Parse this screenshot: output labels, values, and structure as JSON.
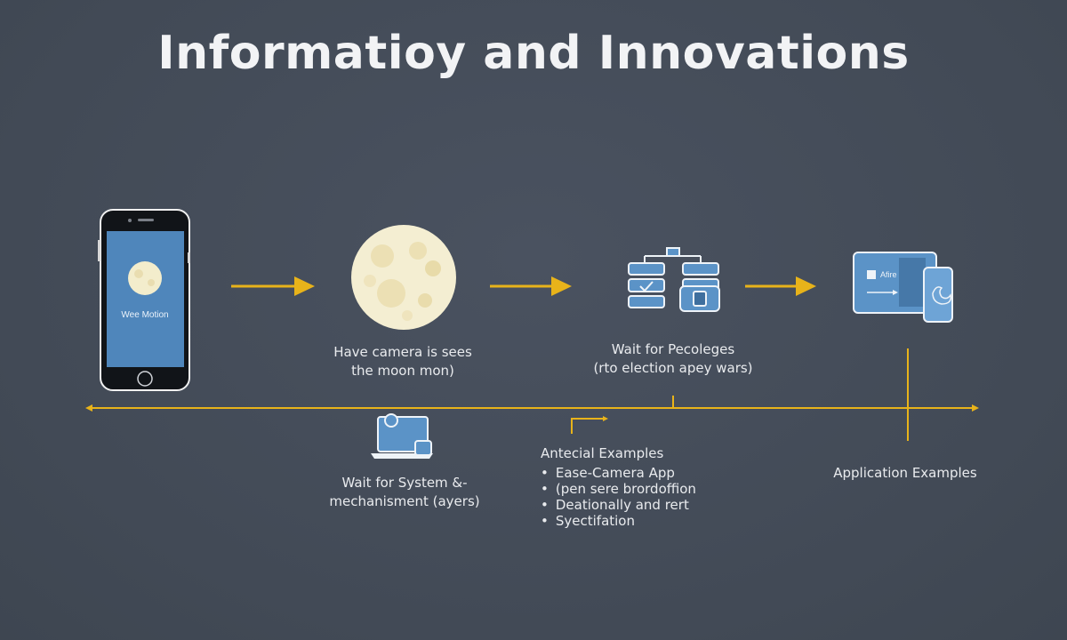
{
  "title": "Informatioy and Innovations",
  "phone": {
    "screen_label": "Wee Motion"
  },
  "steps": [
    {
      "line1": "Have camera is sees",
      "line2": "the moon mon)"
    },
    {
      "line1": "Wait for Pecoleges",
      "line2": "(rto election apey wars)"
    }
  ],
  "laptop_step": {
    "line1": "Wait for System &-",
    "line2": "mechanisment (ayers)"
  },
  "examples": {
    "heading": "Antecial Examples",
    "items": [
      "Ease-Camera App",
      "(pen sere brordoffion",
      "Deationally and rert",
      "Syectifation"
    ]
  },
  "application_examples": "Application Examples",
  "tablet": {
    "screen_label": "Afire"
  },
  "colors": {
    "background": "#444c58",
    "accent": "#e8b31a",
    "icon_blue": "#5b93c7",
    "moon": "#f3edcc"
  },
  "icons": [
    "smartphone-icon",
    "moon-icon",
    "server-icon",
    "laptop-icon",
    "tablet-phone-icon"
  ]
}
